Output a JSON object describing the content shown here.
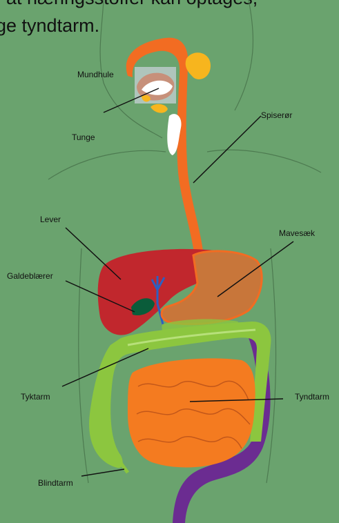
{
  "caption": {
    "line1": ", at næringsstoffer kan optages,",
    "line2": "ge tyndtarm."
  },
  "labels": {
    "mundhule": "Mundhule",
    "tunge": "Tunge",
    "spiseroer": "Spiserør",
    "lever": "Lever",
    "mavesaek": "Mavesæk",
    "galdeblaerer": "Galdeblærer",
    "tyktarm": "Tyktarm",
    "tyndtarm": "Tyndtarm",
    "blindtarm": "Blindtarm"
  },
  "colors": {
    "background": "#6aa36e",
    "esophagus": "#f26c22",
    "liver": "#c1272d",
    "stomach": "#c8763a",
    "large_intestine": "#8cc63f",
    "small_intestine": "#f47b20",
    "rectum": "#6b2c91",
    "gallbladder": "#0a5c3a",
    "bile_duct": "#2e5fbf"
  }
}
